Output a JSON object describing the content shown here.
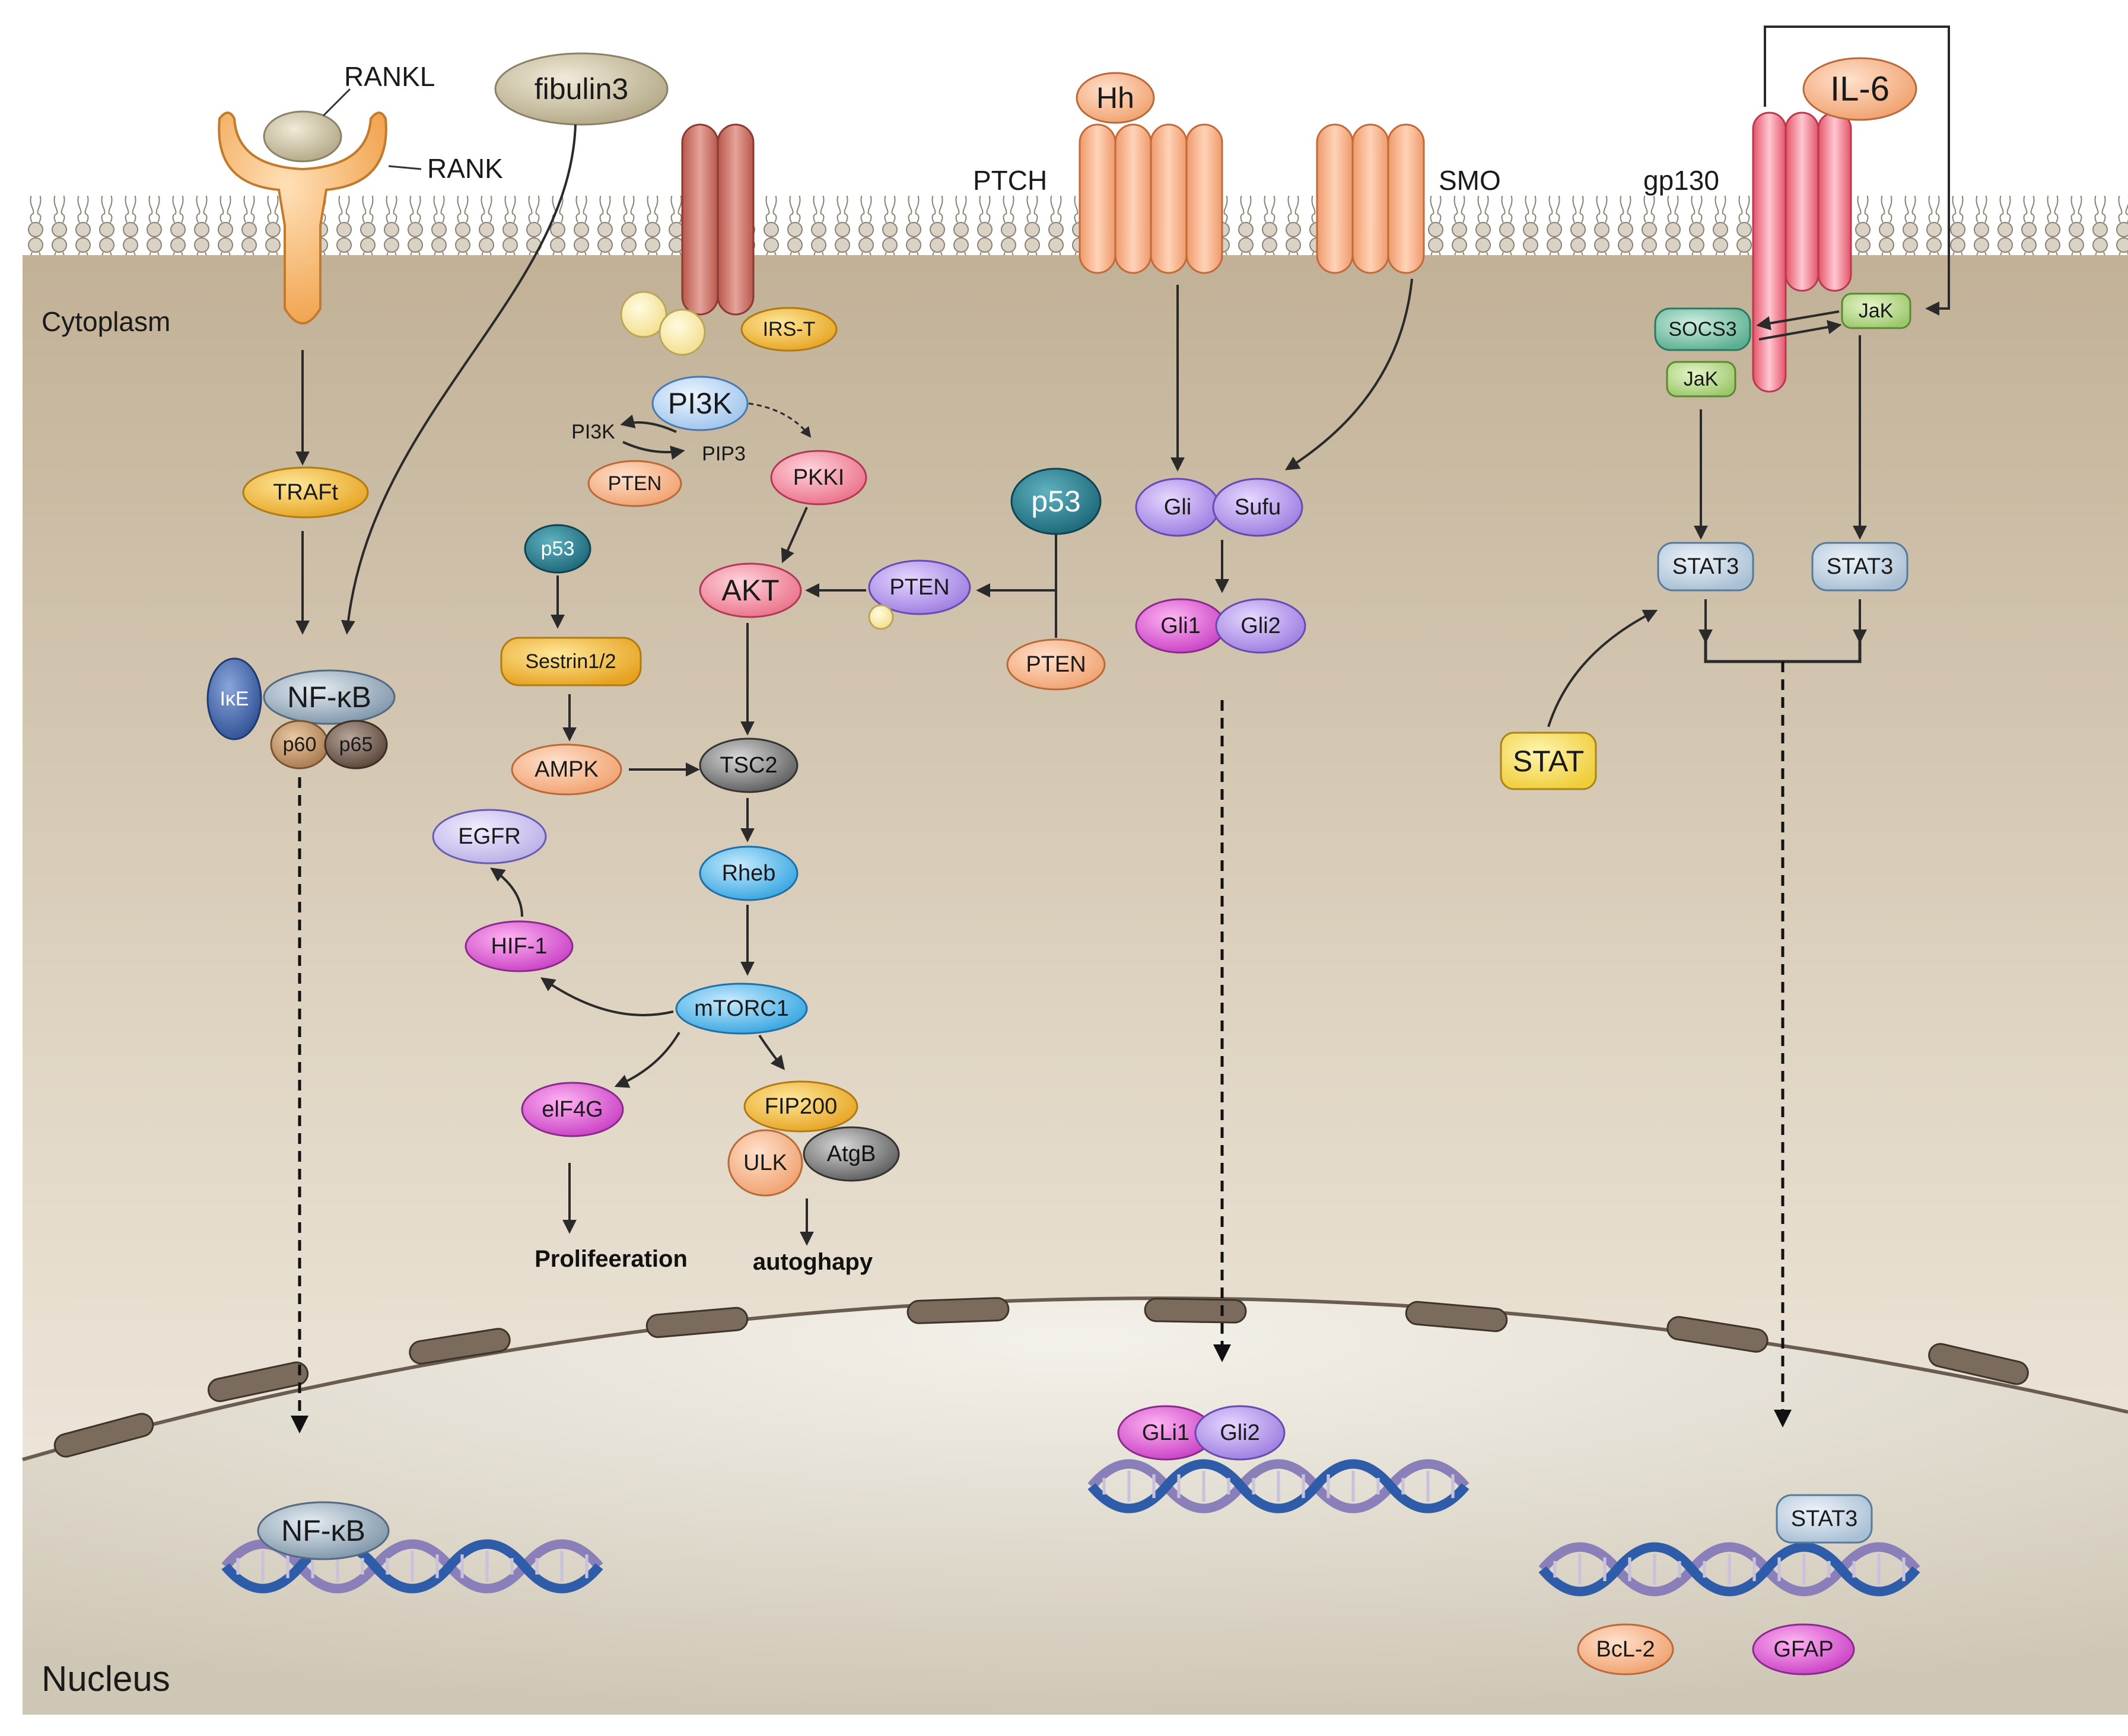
{
  "regions": {
    "cytoplasm": "Cytoplasm",
    "nucleus": "Nucleus"
  },
  "receptors": {
    "rankl": "RANKL",
    "rank": "RANK",
    "fibulin3": "fibulin3",
    "ptch": "PTCH",
    "hh": "Hh",
    "smo": "SMO",
    "gp130": "gp130",
    "il6": "IL-6"
  },
  "nfkb_pathway": {
    "traft": "TRAFt",
    "ike": "IκE",
    "nfkb": "NF-κB",
    "p60": "p60",
    "p65": "p65",
    "nuclear_nfkb": "NF-κB"
  },
  "pi3k_pathway": {
    "irs_t": "IRS-T",
    "pi3k_main": "PI3K",
    "pi3k_small": "PI3K",
    "pip3": "PIP3",
    "pten_1": "PTEN",
    "pkki": "PKKI",
    "p53_small": "p53",
    "akt": "AKT",
    "pten_2": "PTEN",
    "p53_large": "p53",
    "pten_3": "PTEN",
    "sestrin": "Sestrin1/2",
    "ampk": "AMPK",
    "tsc2": "TSC2",
    "rheb": "Rheb",
    "egfr": "EGFR",
    "hif1": "HIF-1",
    "mtorc1": "mTORC1",
    "eif4g": "elF4G",
    "fip200": "FIP200",
    "ulk": "ULK",
    "atgb": "AtgB",
    "proliferation": "Prolifeeration",
    "autophagy": "autoghapy"
  },
  "hh_pathway": {
    "gli": "Gli",
    "sufu": "Sufu",
    "gli1": "Gli1",
    "gli2": "Gli2",
    "nuc_gli1": "GLi1",
    "nuc_gli2": "Gli2"
  },
  "jak_stat_pathway": {
    "socs3": "SOCS3",
    "jak_left": "JaK",
    "jak_right": "JaK",
    "stat3_left": "STAT3",
    "stat3_right": "STAT3",
    "stat": "STAT",
    "nuc_stat3": "STAT3",
    "bcl2": "BcL-2",
    "gfap": "GFAP"
  }
}
